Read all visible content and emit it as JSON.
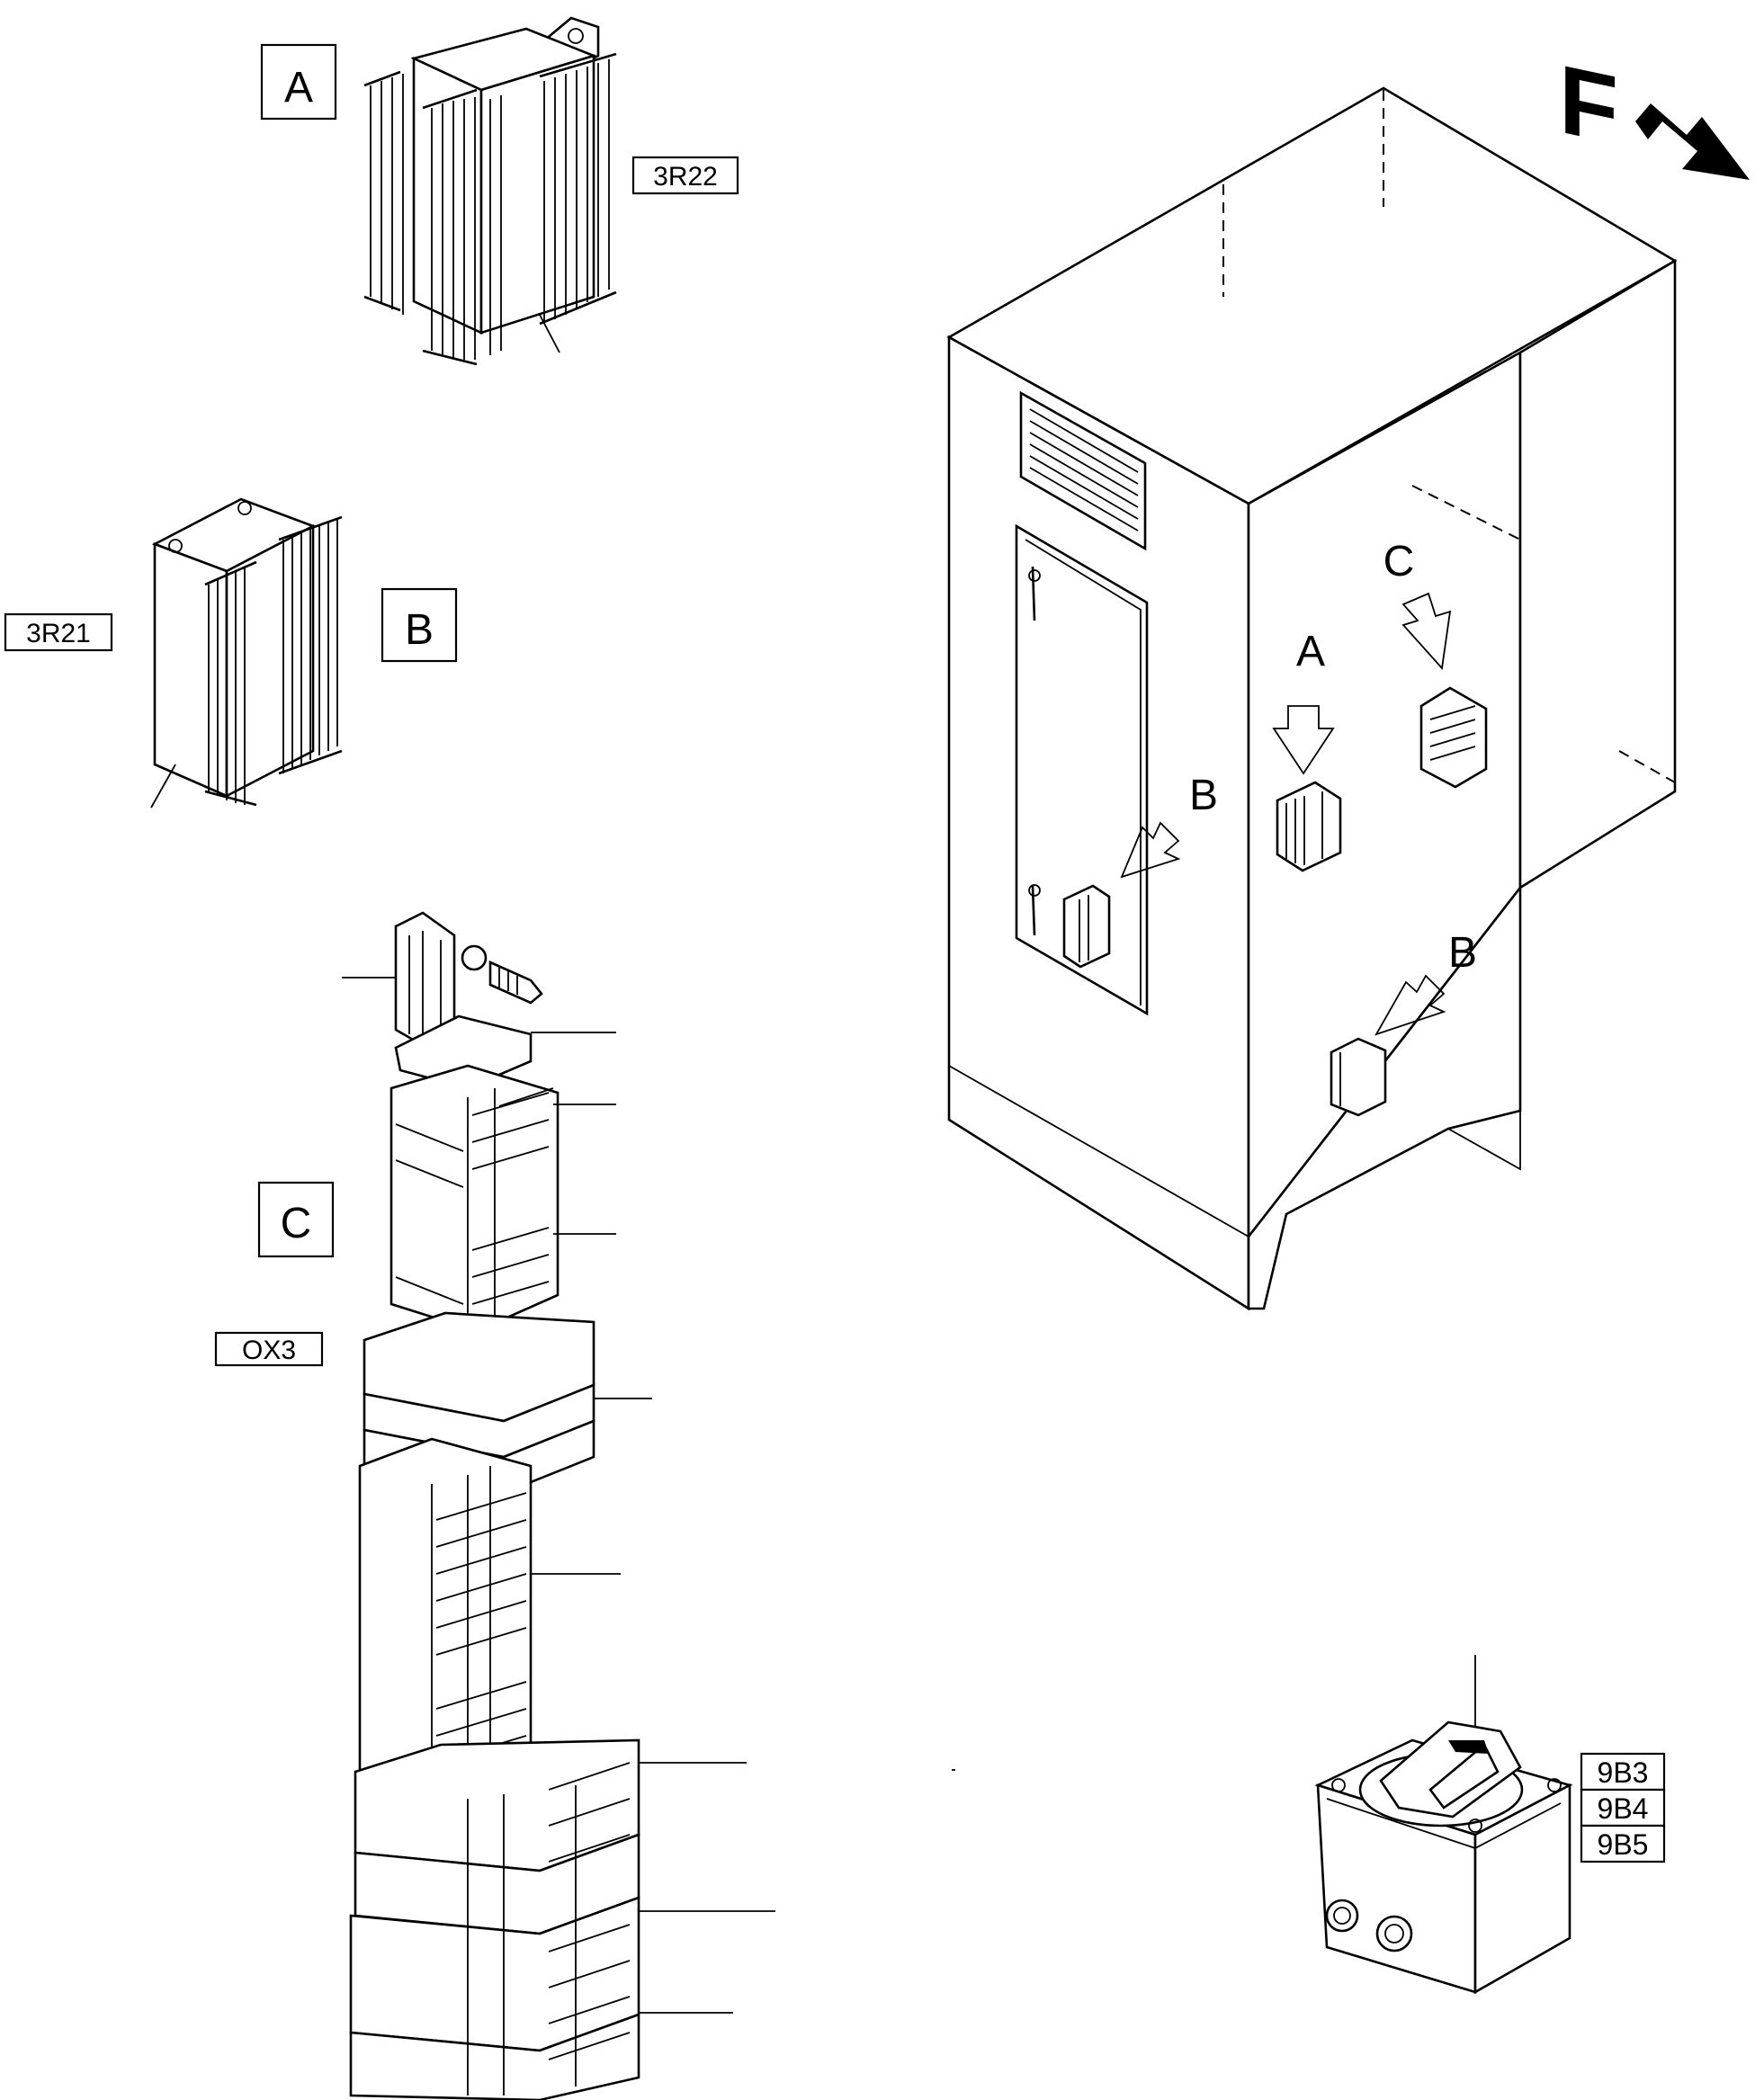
{
  "views": {
    "a": "A",
    "b": "B",
    "c": "C"
  },
  "labels": {
    "heater_a": "3R22",
    "heater_b": "3R21",
    "terminal_group": "OX3",
    "switch_1": "9B3",
    "switch_2": "9B4",
    "switch_3": "9B5"
  },
  "cabinet_callouts": {
    "a": "A",
    "b_door": "B",
    "b_side": "B",
    "c": "C"
  },
  "orientation": {
    "front": "F"
  }
}
